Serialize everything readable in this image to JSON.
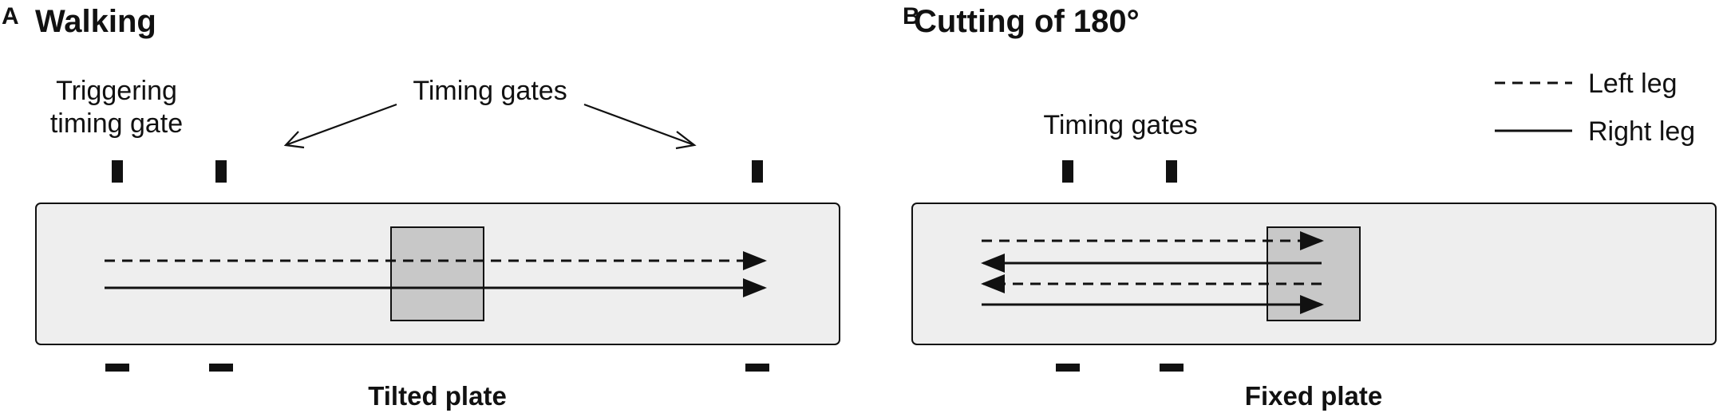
{
  "panel_a": {
    "letter": "A",
    "title": "Walking",
    "triggering_label": [
      "Triggering",
      "timing gate"
    ],
    "timing_gates_label": "Timing gates",
    "plate_caption": "Tilted plate"
  },
  "panel_b": {
    "letter": "B",
    "title": "Cutting of 180°",
    "timing_gates_label": "Timing gates",
    "plate_caption": "Fixed plate"
  },
  "legend": {
    "left_leg": "Left leg",
    "right_leg": "Right leg"
  },
  "colors": {
    "walkway": "#eeeeee",
    "plate": "#c8c8c8",
    "ink": "#111111"
  }
}
